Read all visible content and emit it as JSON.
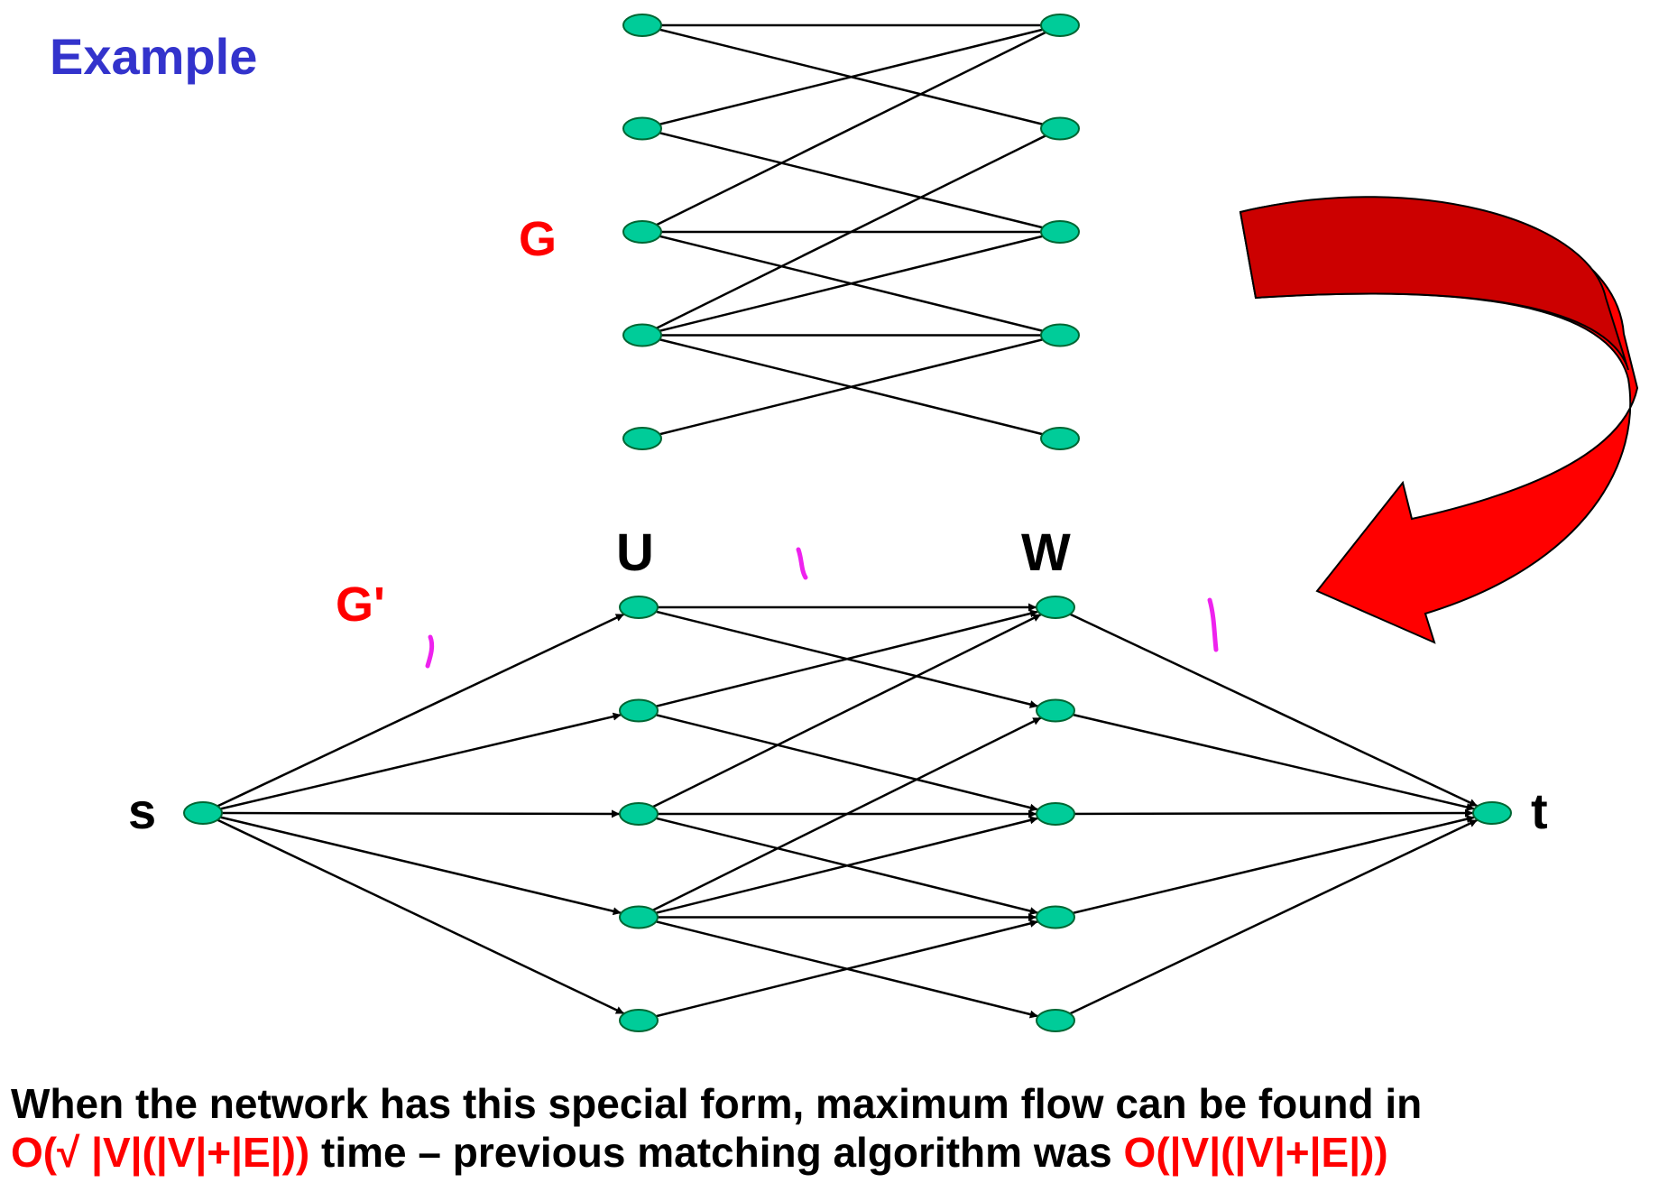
{
  "title": "Example",
  "graph_G": {
    "label": "G",
    "left_count": 5,
    "right_count": 5,
    "edges": [
      [
        0,
        0
      ],
      [
        0,
        1
      ],
      [
        1,
        0
      ],
      [
        1,
        2
      ],
      [
        2,
        0
      ],
      [
        2,
        2
      ],
      [
        2,
        3
      ],
      [
        3,
        1
      ],
      [
        3,
        2
      ],
      [
        3,
        3
      ],
      [
        3,
        4
      ],
      [
        4,
        3
      ]
    ]
  },
  "graph_Gp": {
    "label": "G'",
    "source_label": "s",
    "sink_label": "t",
    "left_header": "U",
    "right_header": "W",
    "edges": [
      [
        0,
        0
      ],
      [
        0,
        1
      ],
      [
        1,
        0
      ],
      [
        1,
        2
      ],
      [
        2,
        0
      ],
      [
        2,
        2
      ],
      [
        2,
        3
      ],
      [
        3,
        1
      ],
      [
        3,
        2
      ],
      [
        3,
        3
      ],
      [
        3,
        4
      ],
      [
        4,
        3
      ]
    ]
  },
  "footer": {
    "line1": "When the network has this special form, maximum flow can be found in",
    "line2_red1": "O(√ |V|(|V|+|E|))",
    "line2_mid": " time – previous matching algorithm was ",
    "line2_red2": "O(|V|(|V|+|E|))"
  },
  "colors": {
    "title": "#3333cc",
    "graph_label": "#ff0000",
    "node_fill": "#00cc99",
    "node_stroke": "#006633",
    "edge": "#000000",
    "arrow_dark": "#cc0000",
    "arrow_light": "#ff0000",
    "annotation": "#ee22ee"
  }
}
